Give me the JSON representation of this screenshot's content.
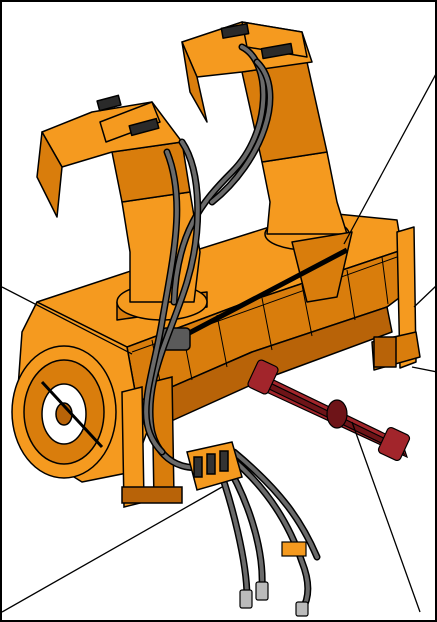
{
  "figure": {
    "subject": "snow-blower-attachment",
    "colors": {
      "body": "#f59a1f",
      "body_shade": "#d97d0c",
      "body_dark": "#b86308",
      "outline": "#000000",
      "hose": "#5c5c5c",
      "hose_light": "#8a8a8a",
      "driveshaft": "#a2252b",
      "driveshaft_dark": "#6e1418",
      "background": "#ffffff"
    },
    "icons": [
      "leader-line",
      "hydraulic-hose",
      "pto-driveshaft",
      "discharge-chute",
      "auger-drum"
    ]
  }
}
